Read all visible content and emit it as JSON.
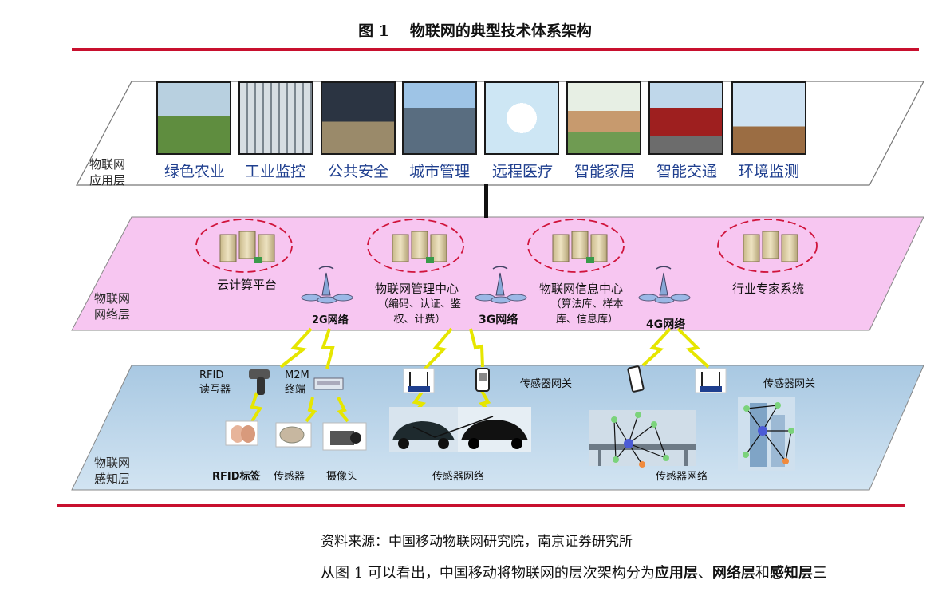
{
  "figure": {
    "number": "图 1",
    "title": "物联网的典型技术体系架构"
  },
  "colors": {
    "rule": "#c8102e",
    "app_layer_fill": "#ffffff",
    "network_layer_fill": "#f7c6f1",
    "sensing_layer_fill": "#bcd6ea",
    "app_label_color": "#1f3f8f"
  },
  "application_layer": {
    "label": "物联网\n应用层",
    "apps": [
      {
        "label": "绿色农业",
        "icon": "farm-field-photo"
      },
      {
        "label": "工业监控",
        "icon": "power-station-photo"
      },
      {
        "label": "公共安全",
        "icon": "control-room-photo"
      },
      {
        "label": "城市管理",
        "icon": "city-skyline-photo"
      },
      {
        "label": "远程医疗",
        "icon": "telemedicine-devices-photo"
      },
      {
        "label": "智能家居",
        "icon": "smart-house-photo"
      },
      {
        "label": "智能交通",
        "icon": "truck-photo"
      },
      {
        "label": "环境监测",
        "icon": "weather-station-photo"
      }
    ]
  },
  "network_layer": {
    "label": "物联网\n网络层",
    "platforms": [
      {
        "name": "云计算平台",
        "sub": ""
      },
      {
        "name": "物联网管理中心",
        "sub": "（编码、认证、鉴\n权、计费）"
      },
      {
        "name": "物联网信息中心",
        "sub": "（算法库、样本\n库、信息库）"
      },
      {
        "name": "行业专家系统",
        "sub": ""
      }
    ],
    "networks": [
      "2G网络",
      "3G网络",
      "4G网络"
    ]
  },
  "sensing_layer": {
    "label": "物联网\n感知层",
    "devices": {
      "rfid_reader": "RFID\n读写器",
      "m2m_terminal": "M2M\n终端",
      "rfid_tag": "RFID标签",
      "sensor": "传感器",
      "camera": "摄像头",
      "gateway_1": "传感器网关",
      "gateway_2": "传感器网关",
      "sensor_net_1": "传感器网络",
      "sensor_net_2": "传感器网络"
    }
  },
  "caption": "资料来源：中国移动物联网研究院，南京证券研究所",
  "body_text": {
    "prefix": "从图 1 可以看出，中国移动将物联网的层次架构分为",
    "term1": "应用层",
    "sep1": "、",
    "term2": "网络层",
    "sep2": "和",
    "term3": "感知层",
    "suffix": "三"
  }
}
